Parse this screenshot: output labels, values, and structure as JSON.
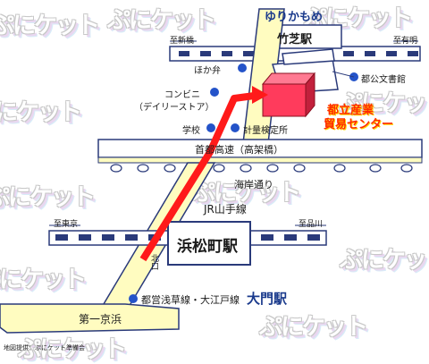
{
  "watermark_text": "ぷにケット",
  "stations": {
    "yurikamome": "ゆりかもめ",
    "takeshiba": "竹芝駅",
    "hamamatsucho": "浜松町駅",
    "daimon": "大門駅"
  },
  "directions": {
    "to_shinbashi": "至新橋",
    "to_ariake": "至有明",
    "to_tokyo": "至東京",
    "to_shinagawa": "至品川"
  },
  "landmarks": {
    "library": "都公文書館",
    "bento": "ほか弁",
    "convenience_line1": "コンビニ",
    "convenience_line2": "（デイリーストア）",
    "school": "学校",
    "inspection": "計量検定所",
    "venue_line1": "都立産業",
    "venue_line2": "貿易センター"
  },
  "roads": {
    "expressway": "首都高速（高架橋）",
    "kaigan": "海岸通り",
    "daiichi_keihin": "第一京浜"
  },
  "lines": {
    "jr": "JR山手線",
    "subway": "都営浅草線・大江戸線",
    "exit": "北口"
  },
  "credit": "地図提供：ぷにケット準備会",
  "colors": {
    "road_fill": "#fffcc0",
    "road_stroke": "#2a3a7a",
    "route": "#ff1a1a",
    "venue": "#ff3b5c",
    "marker": "#2453c9",
    "venue_text": "#ff2a00"
  }
}
